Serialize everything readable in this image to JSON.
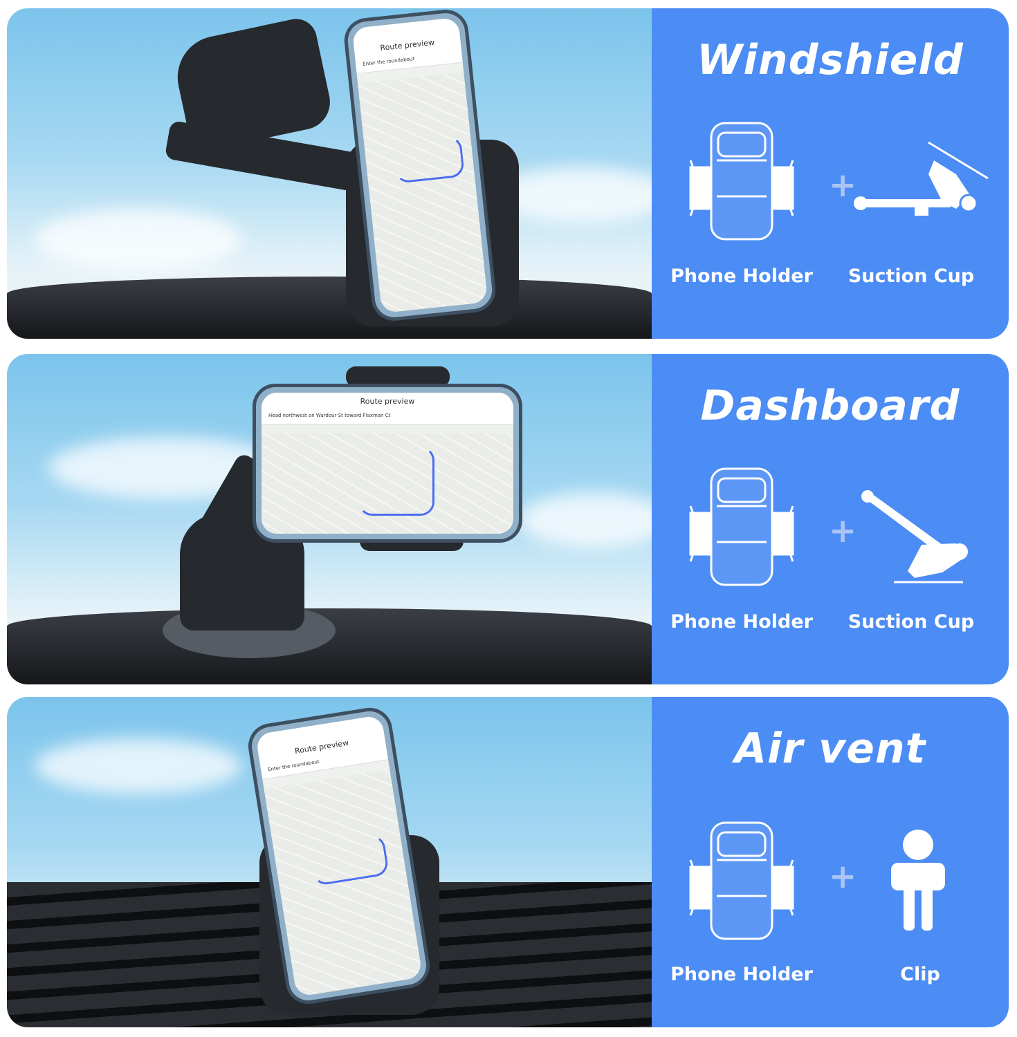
{
  "colors": {
    "panel": "#4b8cf5",
    "plus": "#a9c4f5",
    "text": "#ffffff"
  },
  "rows": [
    {
      "title": "Windshield",
      "items": [
        {
          "label": "Phone Holder",
          "icon": "phone-holder-icon"
        },
        {
          "label": "Suction Cup",
          "icon": "windshield-suction-arm-icon"
        }
      ],
      "phone": {
        "header": "Route preview",
        "instruction": "Enter the roundabout"
      }
    },
    {
      "title": "Dashboard",
      "items": [
        {
          "label": "Phone Holder",
          "icon": "phone-holder-icon"
        },
        {
          "label": "Suction Cup",
          "icon": "dashboard-suction-arm-icon"
        }
      ],
      "phone": {
        "header": "Route preview",
        "instruction": "Head northwest on Wardour St toward Flaxman Ct"
      }
    },
    {
      "title": "Air vent",
      "items": [
        {
          "label": "Phone Holder",
          "icon": "phone-holder-icon"
        },
        {
          "label": "Clip",
          "icon": "vent-clip-icon"
        }
      ],
      "phone": {
        "header": "Route preview",
        "instruction": "Enter the roundabout"
      }
    }
  ],
  "plus": "+"
}
